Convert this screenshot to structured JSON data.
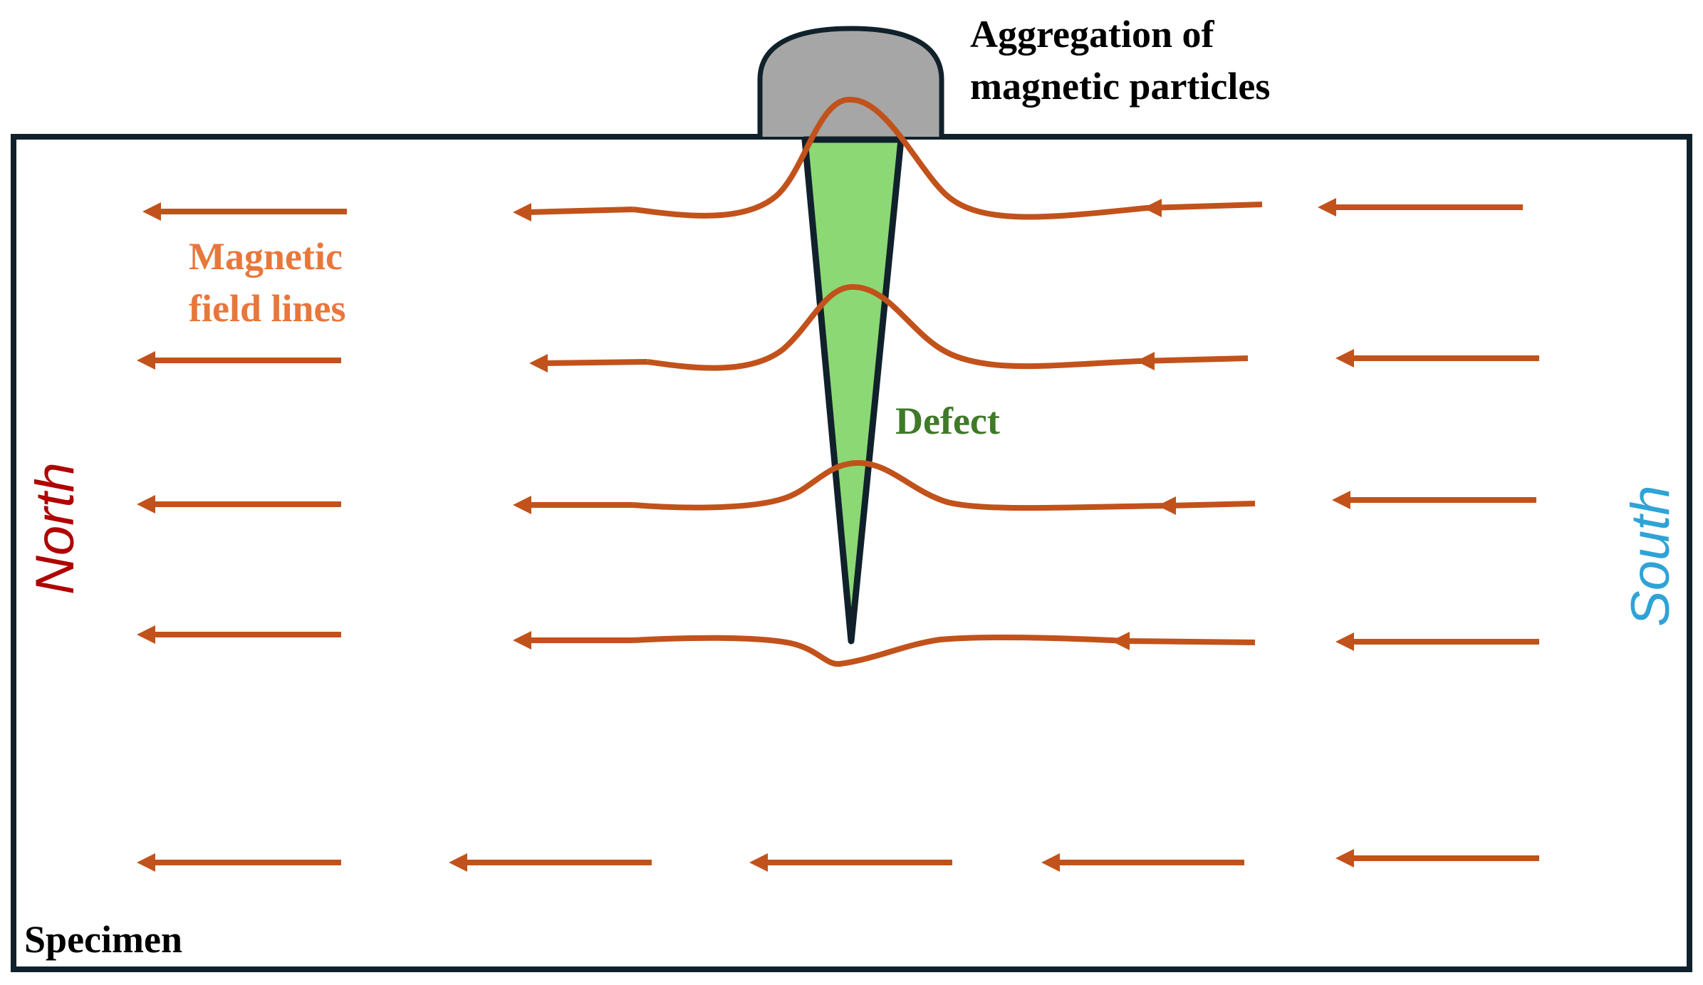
{
  "labels": {
    "aggregation_line1": "Aggregation of",
    "aggregation_line2": "magnetic particles",
    "field_line1": "Magnetic",
    "field_line2": "field lines",
    "defect": "Defect",
    "north": "North",
    "south": "South",
    "specimen": "Specimen"
  },
  "colors": {
    "outline": "#10212b",
    "particles_fill": "#a6a6a6",
    "defect_fill": "#8cd875",
    "field_line": "#c2521b",
    "field_label": "#e8773c",
    "defect_label": "#3f7a28",
    "north": "#b00000",
    "south": "#2fa3d6",
    "text_dark": "#000000"
  },
  "icons": [
    "arrow-left-icon"
  ]
}
